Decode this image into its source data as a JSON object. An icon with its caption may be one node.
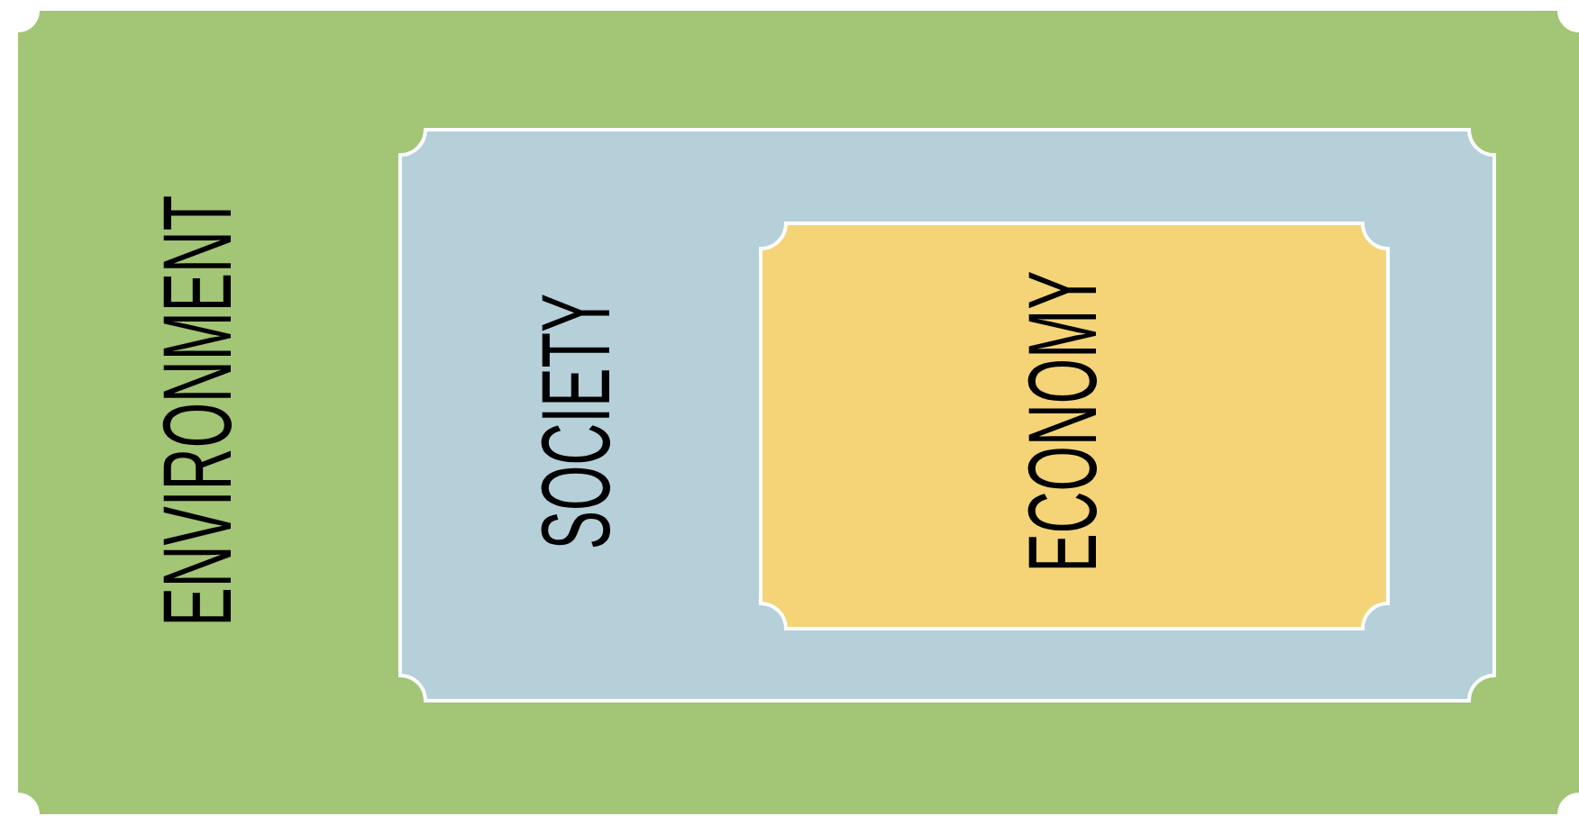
{
  "diagram": {
    "nodes": [
      {
        "text": [
          "ENVIRONMENT"
        ]
      },
      {
        "text": [
          "SOCIETY"
        ],
        "in": 0
      },
      {
        "text": [
          "ECONOMY"
        ],
        "in": 1
      }
    ]
  }
}
